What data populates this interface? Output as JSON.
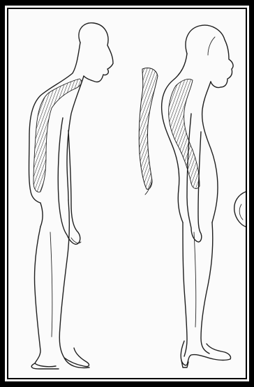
{
  "image": {
    "figures": [
      {
        "id": "left-figure",
        "description_name": "stooped-posture-figure"
      },
      {
        "id": "right-figure",
        "description_name": "upright-posture-figure-with-heels"
      }
    ],
    "colors": {
      "frame": "#000000",
      "frame_border": "#ffffff",
      "background": "#fbfbfb",
      "ink": "#1f1f1f"
    }
  }
}
